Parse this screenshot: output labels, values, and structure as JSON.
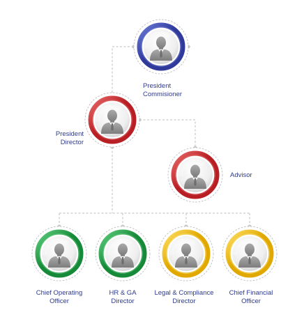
{
  "colors": {
    "label_text": "#2e3a8c",
    "connector": "#c9c9c9",
    "outline": "#bdbdbd"
  },
  "nodes": [
    {
      "id": "president-commisioner",
      "lines": [
        "President",
        "Commisioner"
      ],
      "ring": "#2f3a9a",
      "ring_light": "#6c7bd8",
      "glow": "#cfd5f4"
    },
    {
      "id": "president-director",
      "lines": [
        "President",
        "Director"
      ],
      "ring": "#b81f24",
      "ring_light": "#e86a6a",
      "glow": "#f3cccc"
    },
    {
      "id": "advisor",
      "lines": [
        "Advisor"
      ],
      "ring": "#b81f24",
      "ring_light": "#e86a6a",
      "glow": "#f3cccc"
    },
    {
      "id": "chief-operating-officer",
      "lines": [
        "Chief Operating",
        "Officer"
      ],
      "ring": "#178a3a",
      "ring_light": "#5fcf7e",
      "glow": "#cdeccf"
    },
    {
      "id": "hr-ga-director",
      "lines": [
        "HR & GA",
        "Director"
      ],
      "ring": "#178a3a",
      "ring_light": "#5fcf7e",
      "glow": "#cdeccf"
    },
    {
      "id": "legal-compliance-director",
      "lines": [
        "Legal & Compliance",
        "Director"
      ],
      "ring": "#e0a800",
      "ring_light": "#ffe066",
      "glow": "#fbefc2"
    },
    {
      "id": "chief-financial-officer",
      "lines": [
        "Chief Financial",
        "Officer"
      ],
      "ring": "#e0a800",
      "ring_light": "#ffe066",
      "glow": "#fbefc2"
    }
  ]
}
